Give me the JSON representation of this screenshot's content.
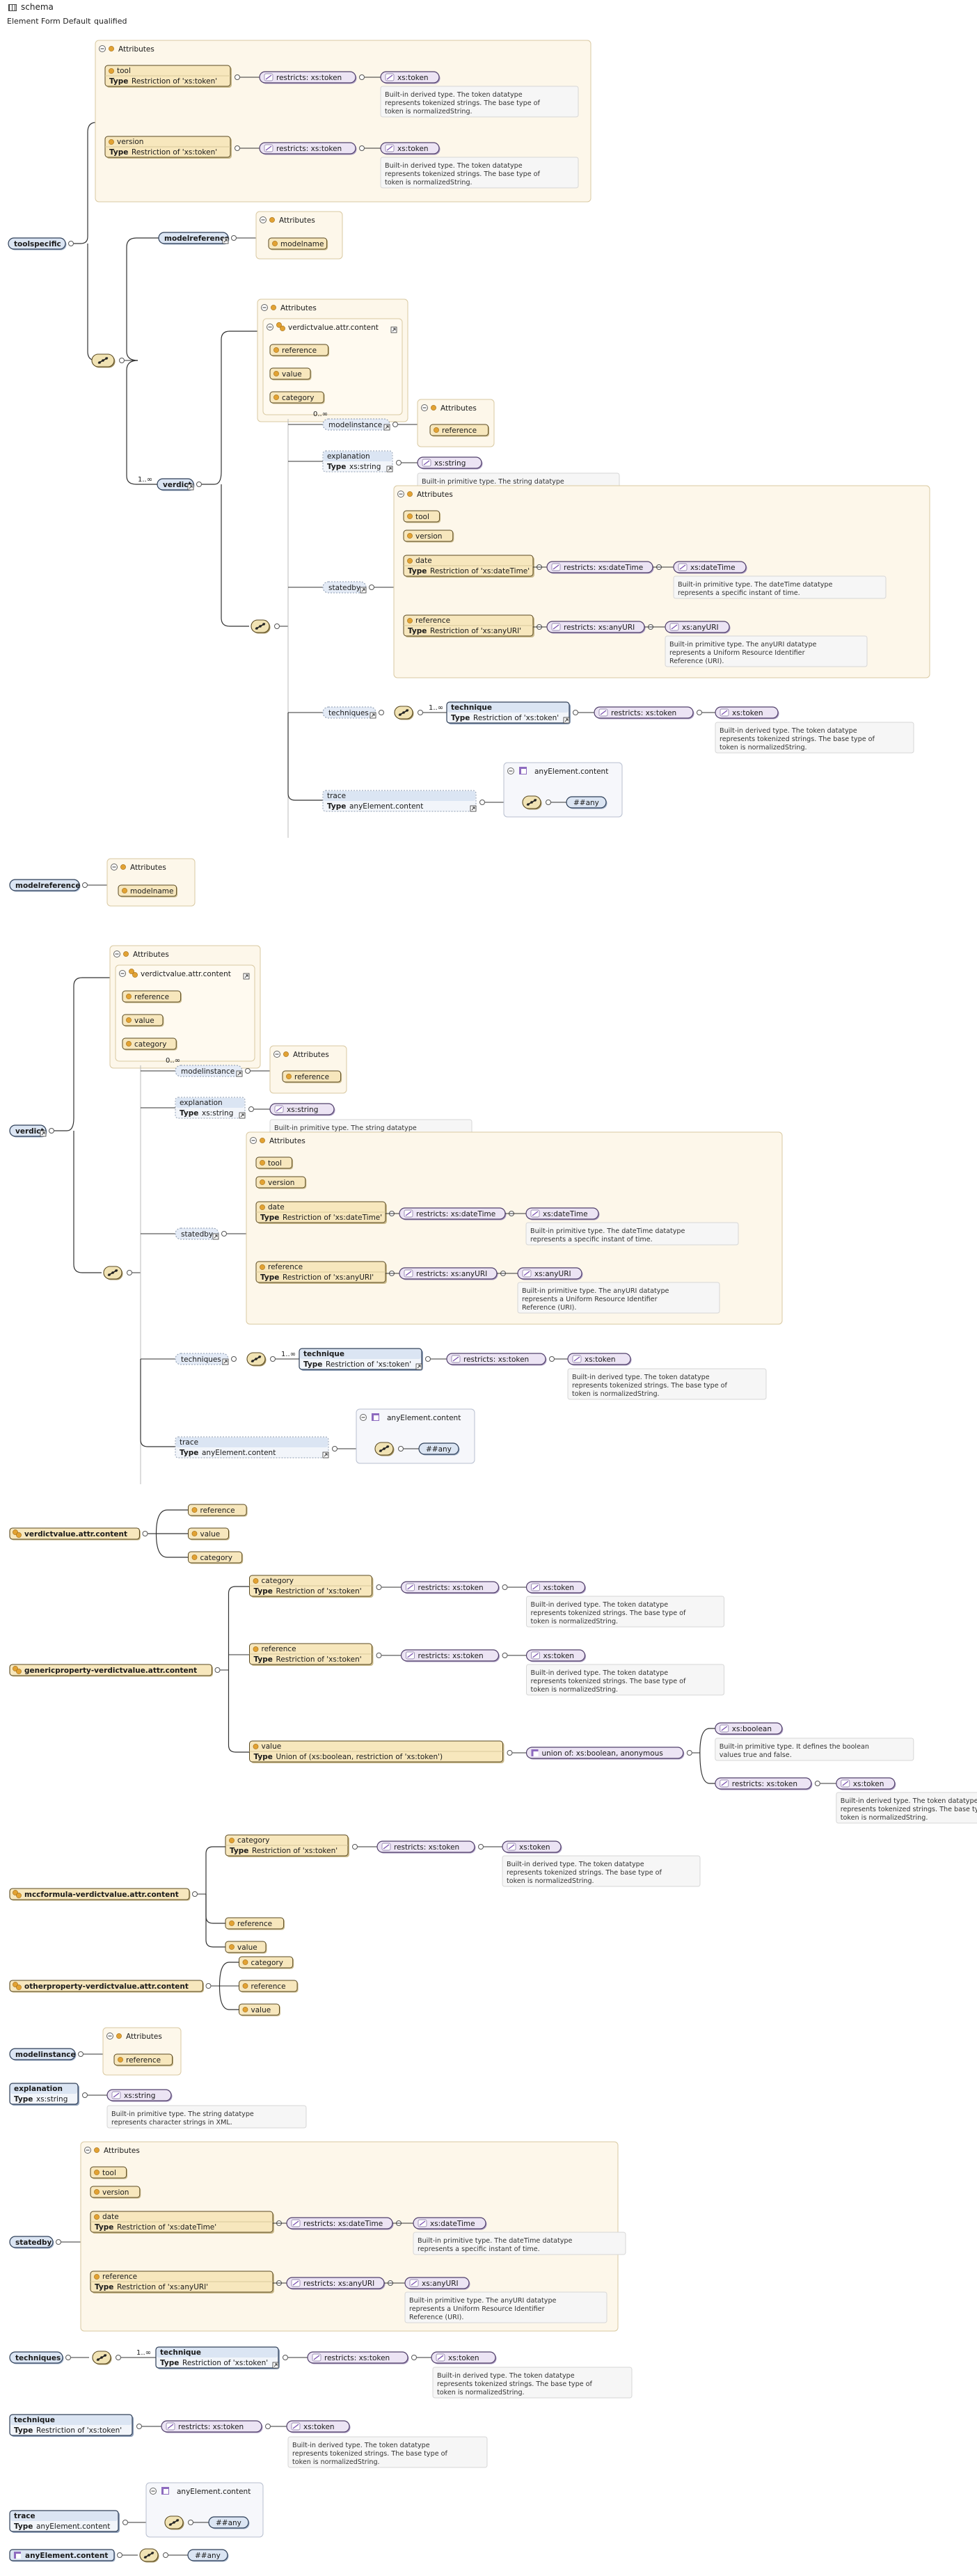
{
  "header": {
    "title": "schema",
    "form_default_label": "Element Form Default",
    "form_default_value": "qualified",
    "schema_icon": "schema-grid-icon"
  },
  "colors": {
    "element_fill": "#dbe5f3",
    "element_stroke": "#2d3e57",
    "attr_fill": "#f7e7bd",
    "attr_stroke": "#5a4a22",
    "group_fill": "#fdf7ea",
    "group_stroke": "#d9c9a2",
    "restrict_fill": "#ece4f4",
    "restrict_stroke": "#51406b",
    "note_fill": "#f6f6f6",
    "note_stroke": "#d7d7d7",
    "line": "#333333",
    "attr_icon": "#e2a233"
  },
  "text": {
    "attributes": "Attributes",
    "type": "Type",
    "tool": "tool",
    "version": "version",
    "date": "date",
    "reference": "reference",
    "value": "value",
    "category": "category",
    "modelname": "modelname",
    "toolspecific": "toolspecific",
    "modelreference": "modelreference",
    "verdict": "verdict",
    "verdictvalue_attr_content": "verdictvalue.attr.content",
    "modelinstance": "modelinstance",
    "explanation": "explanation",
    "statedby": "statedby",
    "techniques": "techniques",
    "technique": "technique",
    "trace": "trace",
    "anyelement_content": "anyElement.content",
    "anyelement_content_short": "anyElement.content",
    "any_wildcard": "##any",
    "xs_token": "xs:token",
    "xs_string": "xs:string",
    "xs_datetime": "xs:dateTime",
    "xs_anyuri": "xs:anyURI",
    "xs_boolean": "xs:boolean",
    "restrict_token_quoted": "Restriction of 'xs:token'",
    "restrict_datetime_quoted": "Restriction of 'xs:dateTime'",
    "restrict_anyuri_quoted": "Restriction of 'xs:anyURI'",
    "restricts_token": "restricts: xs:token",
    "restricts_datetime": "restricts: xs:dateTime",
    "restricts_anyuri": "restricts: xs:anyURI",
    "type_xs_string": "xs:string",
    "type_anyelement": "anyElement.content",
    "union_type": "Union of (xs:boolean, restriction of 'xs:token')",
    "union_of": "union of: xs:boolean, anonymous",
    "multi_0_inf": "0..∞",
    "multi_1_inf": "1..∞",
    "genericproperty": "genericproperty-verdictvalue.attr.content",
    "mccformula": "mccformula-verdictvalue.attr.content",
    "otherproperty": "otherproperty-verdictvalue.attr.content",
    "note_token": "Built-in derived type. The token datatype represents tokenized strings. The base type of token is normalizedString.",
    "note_string": "Built-in primitive type. The string datatype represents character strings in XML.",
    "note_datetime": "Built-in primitive type. The dateTime datatype represents a specific instant of time.",
    "note_anyuri": "Built-in primitive type. The anyURI datatype represents a Uniform Resource Identifier Reference (URI).",
    "note_boolean": "Built-in primitive type. It defines the boolean values true and false."
  }
}
